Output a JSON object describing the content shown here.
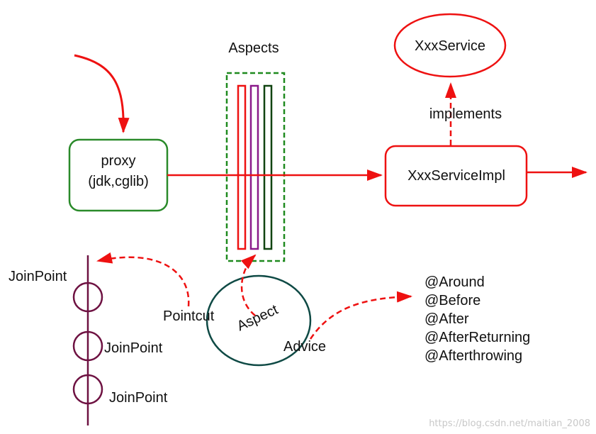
{
  "labels": {
    "aspects": "Aspects",
    "xxx_service": "XxxService",
    "implements": "implements",
    "proxy_line1": "proxy",
    "proxy_line2": "(jdk,cglib)",
    "xxx_service_impl": "XxxServiceImpl",
    "joinpoint_1": "JoinPoint",
    "joinpoint_2": "JoinPoint",
    "joinpoint_3": "JoinPoint",
    "pointcut": "Pointcut",
    "aspect": "Aspect",
    "advice": "Advice"
  },
  "advice_types": [
    "@Around",
    "@Before",
    "@After",
    "@AfterReturning",
    "@Afterthrowing"
  ],
  "watermark": "https://blog.csdn.net/maitian_2008",
  "colors": {
    "red": "#ee1111",
    "green": "#2a8a2a",
    "dashed_green": "#1f8a1f",
    "purple": "#8a1a8a",
    "dark_green": "#114411",
    "maroon": "#6e1242",
    "teal": "#0f4a45"
  }
}
